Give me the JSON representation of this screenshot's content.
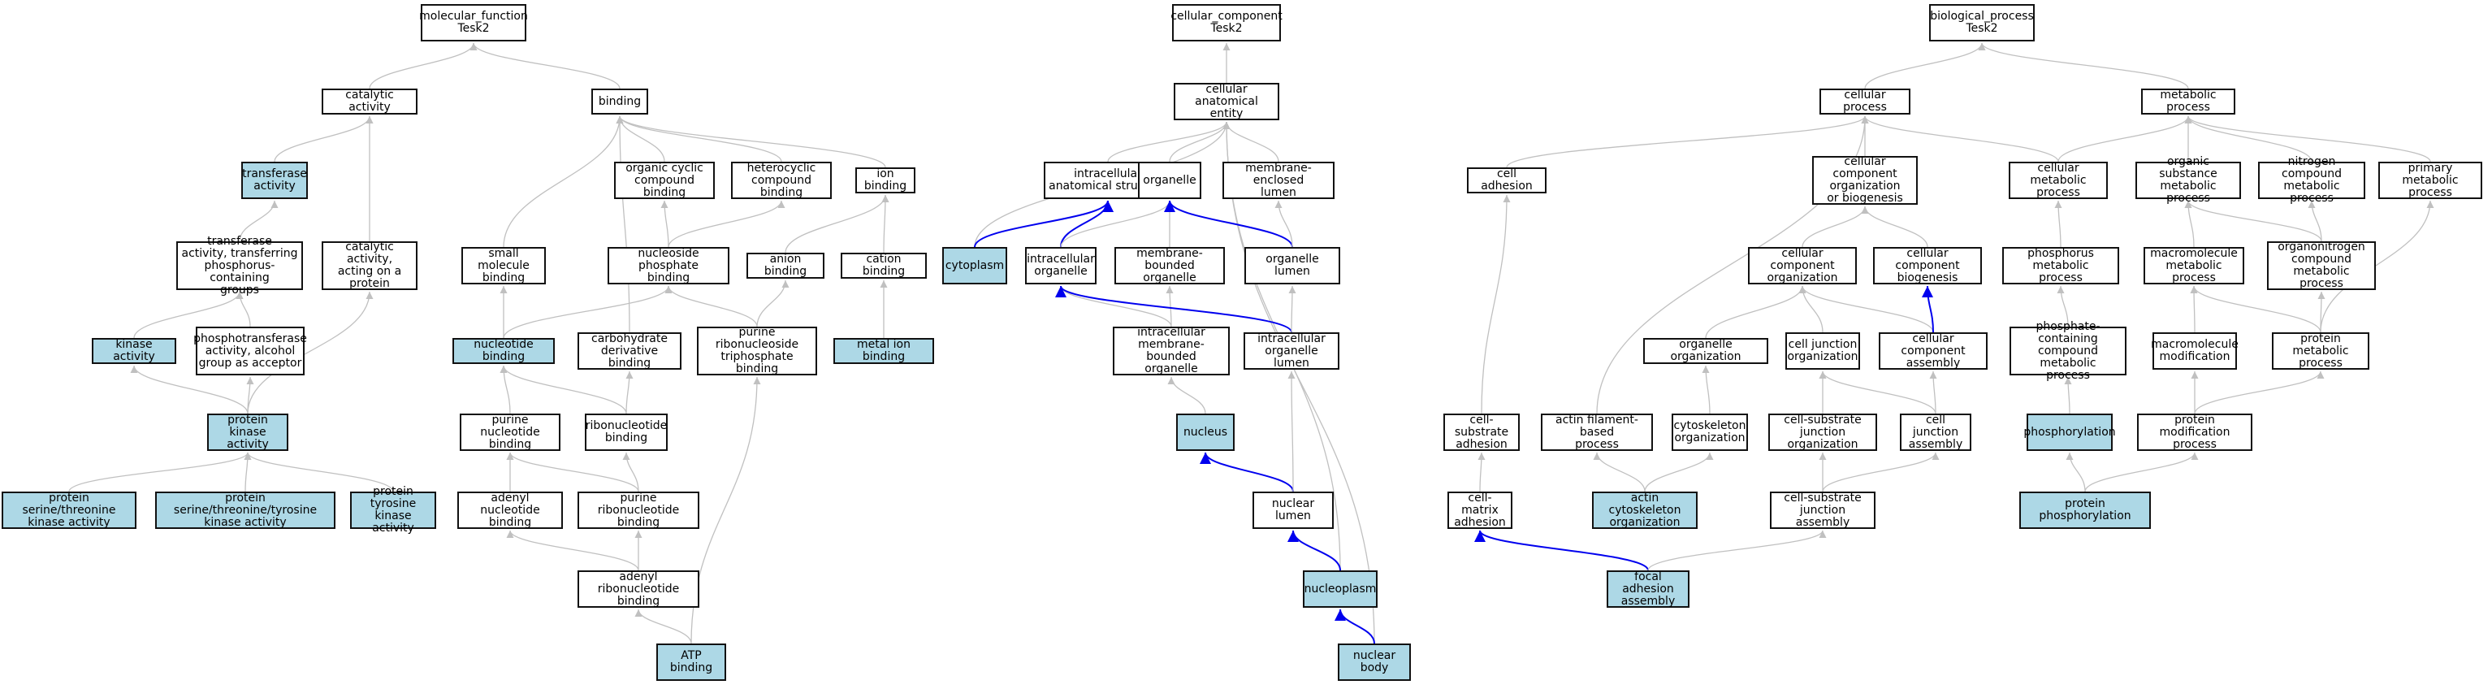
{
  "colors": {
    "highlight": "#add8e6",
    "plain": "#ffffff",
    "edge_gray": "#c0c0c0",
    "edge_blue": "#0000ee",
    "border": "#111111"
  },
  "nodes": [
    {
      "id": "mf",
      "label": "molecular_function\nTesk2",
      "hl": false
    },
    {
      "id": "catalytic",
      "label": "catalytic activity",
      "hl": false
    },
    {
      "id": "binding",
      "label": "binding",
      "hl": false
    },
    {
      "id": "transferase",
      "label": "transferase\nactivity",
      "hl": true
    },
    {
      "id": "organic_cyclic",
      "label": "organic cyclic\ncompound binding",
      "hl": false
    },
    {
      "id": "heterocyclic",
      "label": "heterocyclic\ncompound binding",
      "hl": false
    },
    {
      "id": "ion_binding",
      "label": "ion binding",
      "hl": false
    },
    {
      "id": "transferase_p",
      "label": "transferase\nactivity, transferring\nphosphorus-containing\ngroups",
      "hl": false
    },
    {
      "id": "catalytic_protein",
      "label": "catalytic activity,\nacting on a\nprotein",
      "hl": false
    },
    {
      "id": "small_mol",
      "label": "small molecule\nbinding",
      "hl": false
    },
    {
      "id": "nucleoside_p",
      "label": "nucleoside phosphate\nbinding",
      "hl": false
    },
    {
      "id": "anion",
      "label": "anion binding",
      "hl": false
    },
    {
      "id": "cation",
      "label": "cation binding",
      "hl": false
    },
    {
      "id": "kinase",
      "label": "kinase activity",
      "hl": true
    },
    {
      "id": "phosphotransferase",
      "label": "phosphotransferase\nactivity, alcohol\ngroup as acceptor",
      "hl": false
    },
    {
      "id": "nucleotide",
      "label": "nucleotide binding",
      "hl": true
    },
    {
      "id": "carbohydrate",
      "label": "carbohydrate\nderivative binding",
      "hl": false
    },
    {
      "id": "purine_ribo_tp",
      "label": "purine ribonucleoside\ntriphosphate\nbinding",
      "hl": false
    },
    {
      "id": "metal_ion",
      "label": "metal ion binding",
      "hl": true
    },
    {
      "id": "protein_kinase",
      "label": "protein kinase\nactivity",
      "hl": true
    },
    {
      "id": "purine_nuc",
      "label": "purine nucleotide\nbinding",
      "hl": false
    },
    {
      "id": "ribonuc",
      "label": "ribonucleotide\nbinding",
      "hl": false
    },
    {
      "id": "pst_kinase",
      "label": "protein serine/threonine\nkinase activity",
      "hl": true
    },
    {
      "id": "pstt_kinase",
      "label": "protein serine/threonine/tyrosine\nkinase activity",
      "hl": true
    },
    {
      "id": "pty_kinase",
      "label": "protein tyrosine\nkinase activity",
      "hl": true
    },
    {
      "id": "adenyl_nuc",
      "label": "adenyl nucleotide\nbinding",
      "hl": false
    },
    {
      "id": "purine_ribonuc",
      "label": "purine ribonucleotide\nbinding",
      "hl": false
    },
    {
      "id": "adenyl_ribonuc",
      "label": "adenyl ribonucleotide\nbinding",
      "hl": false
    },
    {
      "id": "atp",
      "label": "ATP binding",
      "hl": true
    },
    {
      "id": "cc",
      "label": "cellular_component\nTesk2",
      "hl": false
    },
    {
      "id": "cae",
      "label": "cellular anatomical\nentity",
      "hl": false
    },
    {
      "id": "ias",
      "label": "intracellular\nanatomical structure",
      "hl": false
    },
    {
      "id": "organelle",
      "label": "organelle",
      "hl": false
    },
    {
      "id": "membrane_lumen",
      "label": "membrane-enclosed\nlumen",
      "hl": false
    },
    {
      "id": "cytoplasm",
      "label": "cytoplasm",
      "hl": true
    },
    {
      "id": "intra_org",
      "label": "intracellular\norganelle",
      "hl": false
    },
    {
      "id": "mb_org",
      "label": "membrane-bounded\norganelle",
      "hl": false
    },
    {
      "id": "org_lumen",
      "label": "organelle lumen",
      "hl": false
    },
    {
      "id": "intra_mb_org",
      "label": "intracellular\nmembrane-bounded\norganelle",
      "hl": false
    },
    {
      "id": "intra_org_lumen",
      "label": "intracellular\norganelle lumen",
      "hl": false
    },
    {
      "id": "nucleus",
      "label": "nucleus",
      "hl": true
    },
    {
      "id": "nuclear_lumen",
      "label": "nuclear lumen",
      "hl": false
    },
    {
      "id": "nucleoplasm",
      "label": "nucleoplasm",
      "hl": true
    },
    {
      "id": "nuclear_body",
      "label": "nuclear body",
      "hl": true
    },
    {
      "id": "bp",
      "label": "biological_process\nTesk2",
      "hl": false
    },
    {
      "id": "cellular_process",
      "label": "cellular process",
      "hl": false
    },
    {
      "id": "metabolic_process",
      "label": "metabolic process",
      "hl": false
    },
    {
      "id": "cell_adhesion",
      "label": "cell adhesion",
      "hl": false
    },
    {
      "id": "ccob",
      "label": "cellular component\norganization\nor biogenesis",
      "hl": false
    },
    {
      "id": "cell_metabolic",
      "label": "cellular metabolic\nprocess",
      "hl": false
    },
    {
      "id": "organic_subst",
      "label": "organic substance\nmetabolic process",
      "hl": false
    },
    {
      "id": "nitrogen_comp",
      "label": "nitrogen compound\nmetabolic process",
      "hl": false
    },
    {
      "id": "primary_metabolic",
      "label": "primary metabolic\nprocess",
      "hl": false
    },
    {
      "id": "cco",
      "label": "cellular component\norganization",
      "hl": false
    },
    {
      "id": "ccb",
      "label": "cellular component\nbiogenesis",
      "hl": false
    },
    {
      "id": "phosphorus_met",
      "label": "phosphorus metabolic\nprocess",
      "hl": false
    },
    {
      "id": "macromolecule_met",
      "label": "macromolecule\nmetabolic process",
      "hl": false
    },
    {
      "id": "organonitrogen",
      "label": "organonitrogen\ncompound metabolic\nprocess",
      "hl": false
    },
    {
      "id": "organelle_org",
      "label": "organelle organization",
      "hl": false
    },
    {
      "id": "cell_junction_org",
      "label": "cell junction\norganization",
      "hl": false
    },
    {
      "id": "cca",
      "label": "cellular component\nassembly",
      "hl": false
    },
    {
      "id": "phosphate_cont",
      "label": "phosphate-containing\ncompound metabolic\nprocess",
      "hl": false
    },
    {
      "id": "macromolecule_mod",
      "label": "macromolecule\nmodification",
      "hl": false
    },
    {
      "id": "protein_met",
      "label": "protein metabolic\nprocess",
      "hl": false
    },
    {
      "id": "cell_substrate_adh",
      "label": "cell-substrate\nadhesion",
      "hl": false
    },
    {
      "id": "actin_fil",
      "label": "actin filament-based\nprocess",
      "hl": false
    },
    {
      "id": "cytoskeleton_org",
      "label": "cytoskeleton\norganization",
      "hl": false
    },
    {
      "id": "csjo",
      "label": "cell-substrate\njunction organization",
      "hl": false
    },
    {
      "id": "cja",
      "label": "cell junction\nassembly",
      "hl": false
    },
    {
      "id": "phosphorylation",
      "label": "phosphorylation",
      "hl": true
    },
    {
      "id": "protein_mod",
      "label": "protein modification\nprocess",
      "hl": false
    },
    {
      "id": "cell_matrix_adh",
      "label": "cell-matrix\nadhesion",
      "hl": false
    },
    {
      "id": "actin_cyto_org",
      "label": "actin cytoskeleton\norganization",
      "hl": true
    },
    {
      "id": "csja",
      "label": "cell-substrate\njunction assembly",
      "hl": false
    },
    {
      "id": "protein_phos",
      "label": "protein phosphorylation",
      "hl": true
    },
    {
      "id": "focal_adhesion",
      "label": "focal adhesion\nassembly",
      "hl": true
    }
  ],
  "edges": [
    [
      "catalytic",
      "mf",
      "gray"
    ],
    [
      "binding",
      "mf",
      "gray"
    ],
    [
      "transferase",
      "catalytic",
      "gray"
    ],
    [
      "catalytic_protein",
      "catalytic",
      "gray"
    ],
    [
      "organic_cyclic",
      "binding",
      "gray"
    ],
    [
      "heterocyclic",
      "binding",
      "gray"
    ],
    [
      "ion_binding",
      "binding",
      "gray"
    ],
    [
      "small_mol",
      "binding",
      "gray"
    ],
    [
      "carbohydrate",
      "binding",
      "gray"
    ],
    [
      "transferase_p",
      "transferase",
      "gray"
    ],
    [
      "kinase",
      "transferase_p",
      "gray"
    ],
    [
      "phosphotransferase",
      "transferase_p",
      "gray"
    ],
    [
      "protein_kinase",
      "kinase",
      "gray"
    ],
    [
      "protein_kinase",
      "phosphotransferase",
      "gray"
    ],
    [
      "protein_kinase",
      "catalytic_protein",
      "gray"
    ],
    [
      "pst_kinase",
      "protein_kinase",
      "gray"
    ],
    [
      "pstt_kinase",
      "protein_kinase",
      "gray"
    ],
    [
      "pty_kinase",
      "protein_kinase",
      "gray"
    ],
    [
      "nucleoside_p",
      "organic_cyclic",
      "gray"
    ],
    [
      "nucleoside_p",
      "heterocyclic",
      "gray"
    ],
    [
      "anion",
      "ion_binding",
      "gray"
    ],
    [
      "cation",
      "ion_binding",
      "gray"
    ],
    [
      "metal_ion",
      "cation",
      "gray"
    ],
    [
      "nucleotide",
      "small_mol",
      "gray"
    ],
    [
      "nucleotide",
      "nucleoside_p",
      "gray"
    ],
    [
      "purine_ribo_tp",
      "nucleoside_p",
      "gray"
    ],
    [
      "purine_ribo_tp",
      "anion",
      "gray"
    ],
    [
      "purine_nuc",
      "nucleotide",
      "gray"
    ],
    [
      "ribonuc",
      "nucleotide",
      "gray"
    ],
    [
      "ribonuc",
      "carbohydrate",
      "gray"
    ],
    [
      "adenyl_nuc",
      "purine_nuc",
      "gray"
    ],
    [
      "purine_ribonuc",
      "purine_nuc",
      "gray"
    ],
    [
      "purine_ribonuc",
      "ribonuc",
      "gray"
    ],
    [
      "adenyl_ribonuc",
      "adenyl_nuc",
      "gray"
    ],
    [
      "adenyl_ribonuc",
      "purine_ribonuc",
      "gray"
    ],
    [
      "atp",
      "adenyl_ribonuc",
      "gray"
    ],
    [
      "atp",
      "purine_ribo_tp",
      "gray"
    ],
    [
      "cae",
      "cc",
      "gray"
    ],
    [
      "ias",
      "cae",
      "gray"
    ],
    [
      "organelle",
      "cae",
      "gray"
    ],
    [
      "membrane_lumen",
      "cae",
      "gray"
    ],
    [
      "cytoplasm",
      "cae",
      "gray"
    ],
    [
      "nucleoplasm",
      "cae",
      "gray"
    ],
    [
      "nuclear_body",
      "cae",
      "gray"
    ],
    [
      "cytoplasm",
      "ias",
      "blue"
    ],
    [
      "intra_org",
      "ias",
      "blue"
    ],
    [
      "intra_org",
      "organelle",
      "gray"
    ],
    [
      "mb_org",
      "organelle",
      "gray"
    ],
    [
      "org_lumen",
      "organelle",
      "blue"
    ],
    [
      "org_lumen",
      "membrane_lumen",
      "gray"
    ],
    [
      "intra_mb_org",
      "intra_org",
      "gray"
    ],
    [
      "intra_mb_org",
      "mb_org",
      "gray"
    ],
    [
      "intra_org_lumen",
      "intra_org",
      "blue"
    ],
    [
      "intra_org_lumen",
      "org_lumen",
      "gray"
    ],
    [
      "nucleus",
      "intra_mb_org",
      "gray"
    ],
    [
      "nuclear_lumen",
      "nucleus",
      "blue"
    ],
    [
      "nuclear_lumen",
      "intra_org_lumen",
      "gray"
    ],
    [
      "nucleoplasm",
      "nuclear_lumen",
      "blue"
    ],
    [
      "nuclear_body",
      "nucleoplasm",
      "blue"
    ],
    [
      "cellular_process",
      "bp",
      "gray"
    ],
    [
      "metabolic_process",
      "bp",
      "gray"
    ],
    [
      "cell_adhesion",
      "cellular_process",
      "gray"
    ],
    [
      "ccob",
      "cellular_process",
      "gray"
    ],
    [
      "cell_metabolic",
      "cellular_process",
      "gray"
    ],
    [
      "actin_fil",
      "cellular_process",
      "gray"
    ],
    [
      "cell_metabolic",
      "metabolic_process",
      "gray"
    ],
    [
      "organic_subst",
      "metabolic_process",
      "gray"
    ],
    [
      "nitrogen_comp",
      "metabolic_process",
      "gray"
    ],
    [
      "primary_metabolic",
      "metabolic_process",
      "gray"
    ],
    [
      "cco",
      "ccob",
      "gray"
    ],
    [
      "ccb",
      "ccob",
      "gray"
    ],
    [
      "phosphorus_met",
      "cell_metabolic",
      "gray"
    ],
    [
      "macromolecule_met",
      "organic_subst",
      "gray"
    ],
    [
      "organonitrogen",
      "organic_subst",
      "gray"
    ],
    [
      "organonitrogen",
      "nitrogen_comp",
      "gray"
    ],
    [
      "organelle_org",
      "cco",
      "gray"
    ],
    [
      "cell_junction_org",
      "cco",
      "gray"
    ],
    [
      "cca",
      "cco",
      "gray"
    ],
    [
      "cca",
      "ccb",
      "blue"
    ],
    [
      "phosphate_cont",
      "phosphorus_met",
      "gray"
    ],
    [
      "macromolecule_mod",
      "macromolecule_met",
      "gray"
    ],
    [
      "protein_met",
      "macromolecule_met",
      "gray"
    ],
    [
      "protein_met",
      "organonitrogen",
      "gray"
    ],
    [
      "protein_met",
      "primary_metabolic",
      "gray"
    ],
    [
      "cell_substrate_adh",
      "cell_adhesion",
      "gray"
    ],
    [
      "cytoskeleton_org",
      "organelle_org",
      "gray"
    ],
    [
      "csjo",
      "cell_junction_org",
      "gray"
    ],
    [
      "cja",
      "cell_junction_org",
      "gray"
    ],
    [
      "cja",
      "cca",
      "gray"
    ],
    [
      "phosphorylation",
      "phosphate_cont",
      "gray"
    ],
    [
      "protein_mod",
      "macromolecule_mod",
      "gray"
    ],
    [
      "protein_mod",
      "protein_met",
      "gray"
    ],
    [
      "cell_matrix_adh",
      "cell_substrate_adh",
      "gray"
    ],
    [
      "actin_cyto_org",
      "actin_fil",
      "gray"
    ],
    [
      "actin_cyto_org",
      "cytoskeleton_org",
      "gray"
    ],
    [
      "csja",
      "csjo",
      "gray"
    ],
    [
      "csja",
      "cja",
      "gray"
    ],
    [
      "protein_phos",
      "phosphorylation",
      "gray"
    ],
    [
      "protein_phos",
      "protein_mod",
      "gray"
    ],
    [
      "focal_adhesion",
      "cell_matrix_adh",
      "blue"
    ],
    [
      "focal_adhesion",
      "csja",
      "gray"
    ]
  ]
}
